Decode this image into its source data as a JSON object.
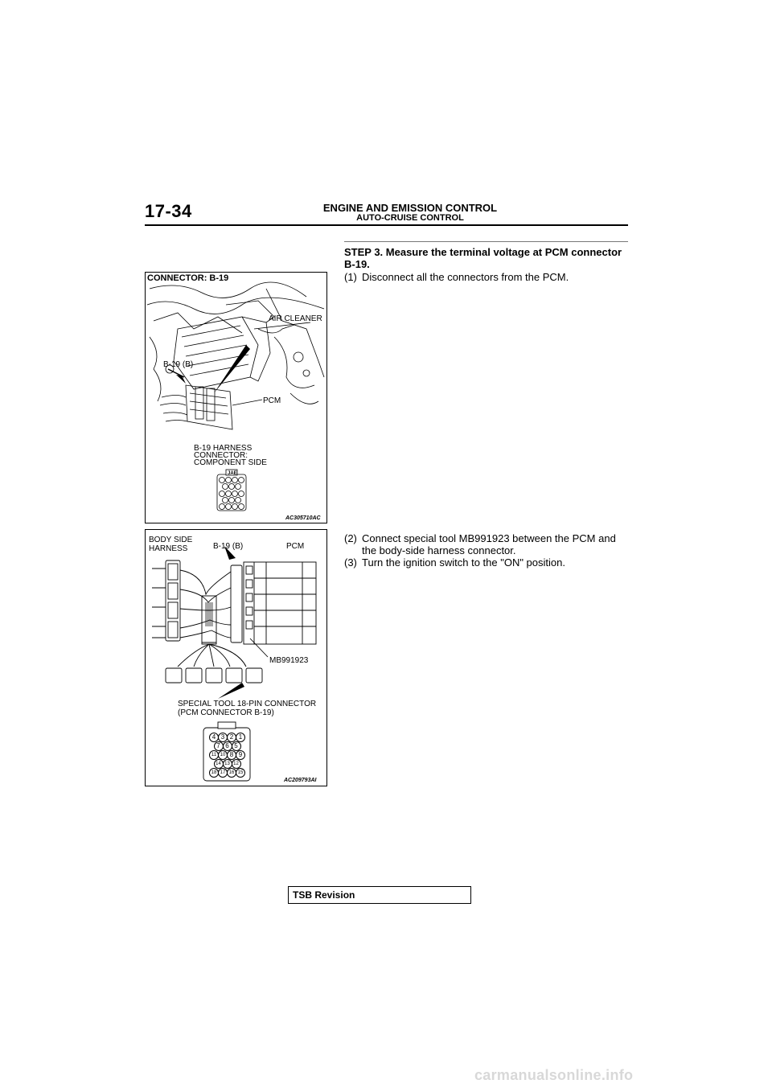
{
  "header": {
    "page_number": "17-34",
    "section_title": "ENGINE AND EMISSION CONTROL",
    "subsection_title": "AUTO-CRUISE CONTROL"
  },
  "step": {
    "title": "STEP 3. Measure the terminal voltage at PCM connector B-19.",
    "instructions": [
      {
        "num": "(1)",
        "text": "Disconnect all the connectors from the PCM."
      },
      {
        "num": "(2)",
        "text": "Connect special tool MB991923 between the PCM and the body-side harness connector."
      },
      {
        "num": "(3)",
        "text": "Turn the ignition switch to the \"ON\" position."
      }
    ]
  },
  "figure1": {
    "connector_label": "CONNECTOR: B-19",
    "air_cleaner": "AIR CLEANER",
    "b19": "B-19 (B)",
    "pcm": "PCM",
    "harness_line1": "B-19 HARNESS",
    "harness_line2": "CONNECTOR:",
    "harness_line3": "COMPONENT SIDE",
    "jae": "JAE",
    "code": "AC305710AC"
  },
  "figure2": {
    "body_side_line1": "BODY SIDE",
    "body_side_line2": "HARNESS",
    "b19": "B-19 (B)",
    "pcm": "PCM",
    "tool": "MB991923",
    "special_line1": "SPECIAL TOOL 18-PIN CONNECTOR",
    "special_line2": "(PCM CONNECTOR B-19)",
    "code": "AC209793AI",
    "pin_rows": [
      [
        "4",
        "3",
        "2",
        "1"
      ],
      [
        "7",
        "6",
        "5"
      ],
      [
        "11",
        "10",
        "8",
        "9"
      ],
      [
        "14",
        "13",
        "12"
      ],
      [
        "18",
        "17",
        "16",
        "15"
      ]
    ]
  },
  "footer": {
    "tsb": "TSB Revision",
    "url": "carmanualsonline.info"
  }
}
